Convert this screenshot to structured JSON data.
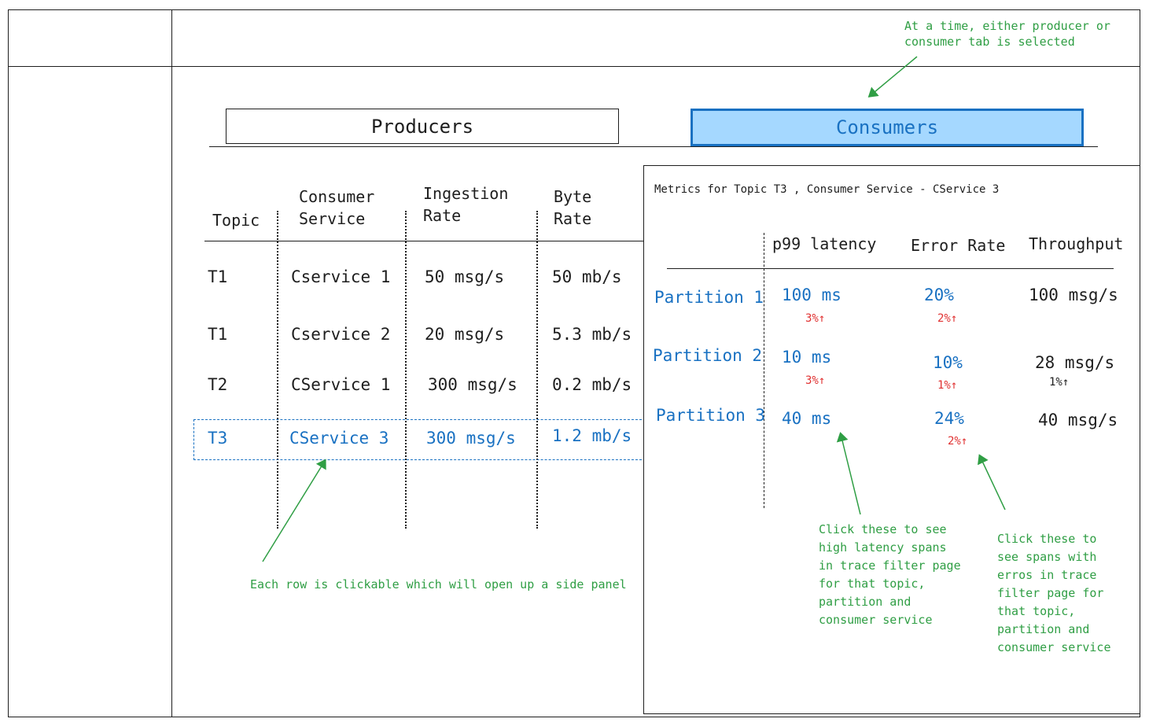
{
  "tabs": {
    "producers_label": "Producers",
    "consumers_label": "Consumers",
    "selected": "Consumers"
  },
  "colors": {
    "stroke": "#1e1e1e",
    "selected_tab_fill": "#a5d8ff",
    "selected_tab_border": "#1971c2",
    "highlight": "#1971c2",
    "annotation": "#2f9e44",
    "delta": "#e03131"
  },
  "table": {
    "headers": {
      "topic": "Topic",
      "consumer_service_1": "Consumer",
      "consumer_service_2": "Service",
      "ingestion_rate_1": "Ingestion",
      "ingestion_rate_2": "Rate",
      "byte_rate_1": "Byte",
      "byte_rate_2": "Rate"
    },
    "rows": [
      {
        "topic": "T1",
        "service": "Cservice 1",
        "ingestion": "50 msg/s",
        "byte": "50 mb/s"
      },
      {
        "topic": "T1",
        "service": "Cservice 2",
        "ingestion": "20 msg/s",
        "byte": "5.3 mb/s"
      },
      {
        "topic": "T2",
        "service": "CService 1",
        "ingestion": "300 msg/s",
        "byte": "0.2 mb/s"
      },
      {
        "topic": "T3",
        "service": "CService 3",
        "ingestion": "300 msg/s",
        "byte": "1.2 mb/s"
      }
    ],
    "selected_row": 3
  },
  "panel": {
    "title": "Metrics for Topic T3 , Consumer Service - CService 3",
    "headers": {
      "latency": "p99 latency",
      "error_rate": "Error Rate",
      "throughput": "Throughput"
    },
    "rows": [
      {
        "partition": "Partition 1",
        "latency": "100 ms",
        "latency_delta": "3%↑",
        "error": "20%",
        "error_delta": "2%↑",
        "throughput": "100 msg/s",
        "throughput_delta": ""
      },
      {
        "partition": "Partition 2",
        "latency": "10 ms",
        "latency_delta": "3%↑",
        "error": "10%",
        "error_delta": "1%↑",
        "throughput": "28 msg/s",
        "throughput_delta": "1%↑"
      },
      {
        "partition": "Partition 3",
        "latency": "40 ms",
        "latency_delta": "",
        "error": "24%",
        "error_delta": "2%↑",
        "throughput": "40 msg/s",
        "throughput_delta": ""
      }
    ]
  },
  "annotations": {
    "tab_note_1": "At a time, either producer or",
    "tab_note_2": "consumer tab is selected",
    "row_note": "Each row is clickable which will open up a side panel",
    "latency_note": [
      "Click these to see",
      "high latency spans",
      "in trace filter page",
      "for that topic,",
      "partition and",
      "consumer service"
    ],
    "error_note": [
      "Click these to",
      "see spans with",
      "erros in trace",
      "filter page for",
      "that topic,",
      "partition and",
      "consumer service"
    ]
  }
}
